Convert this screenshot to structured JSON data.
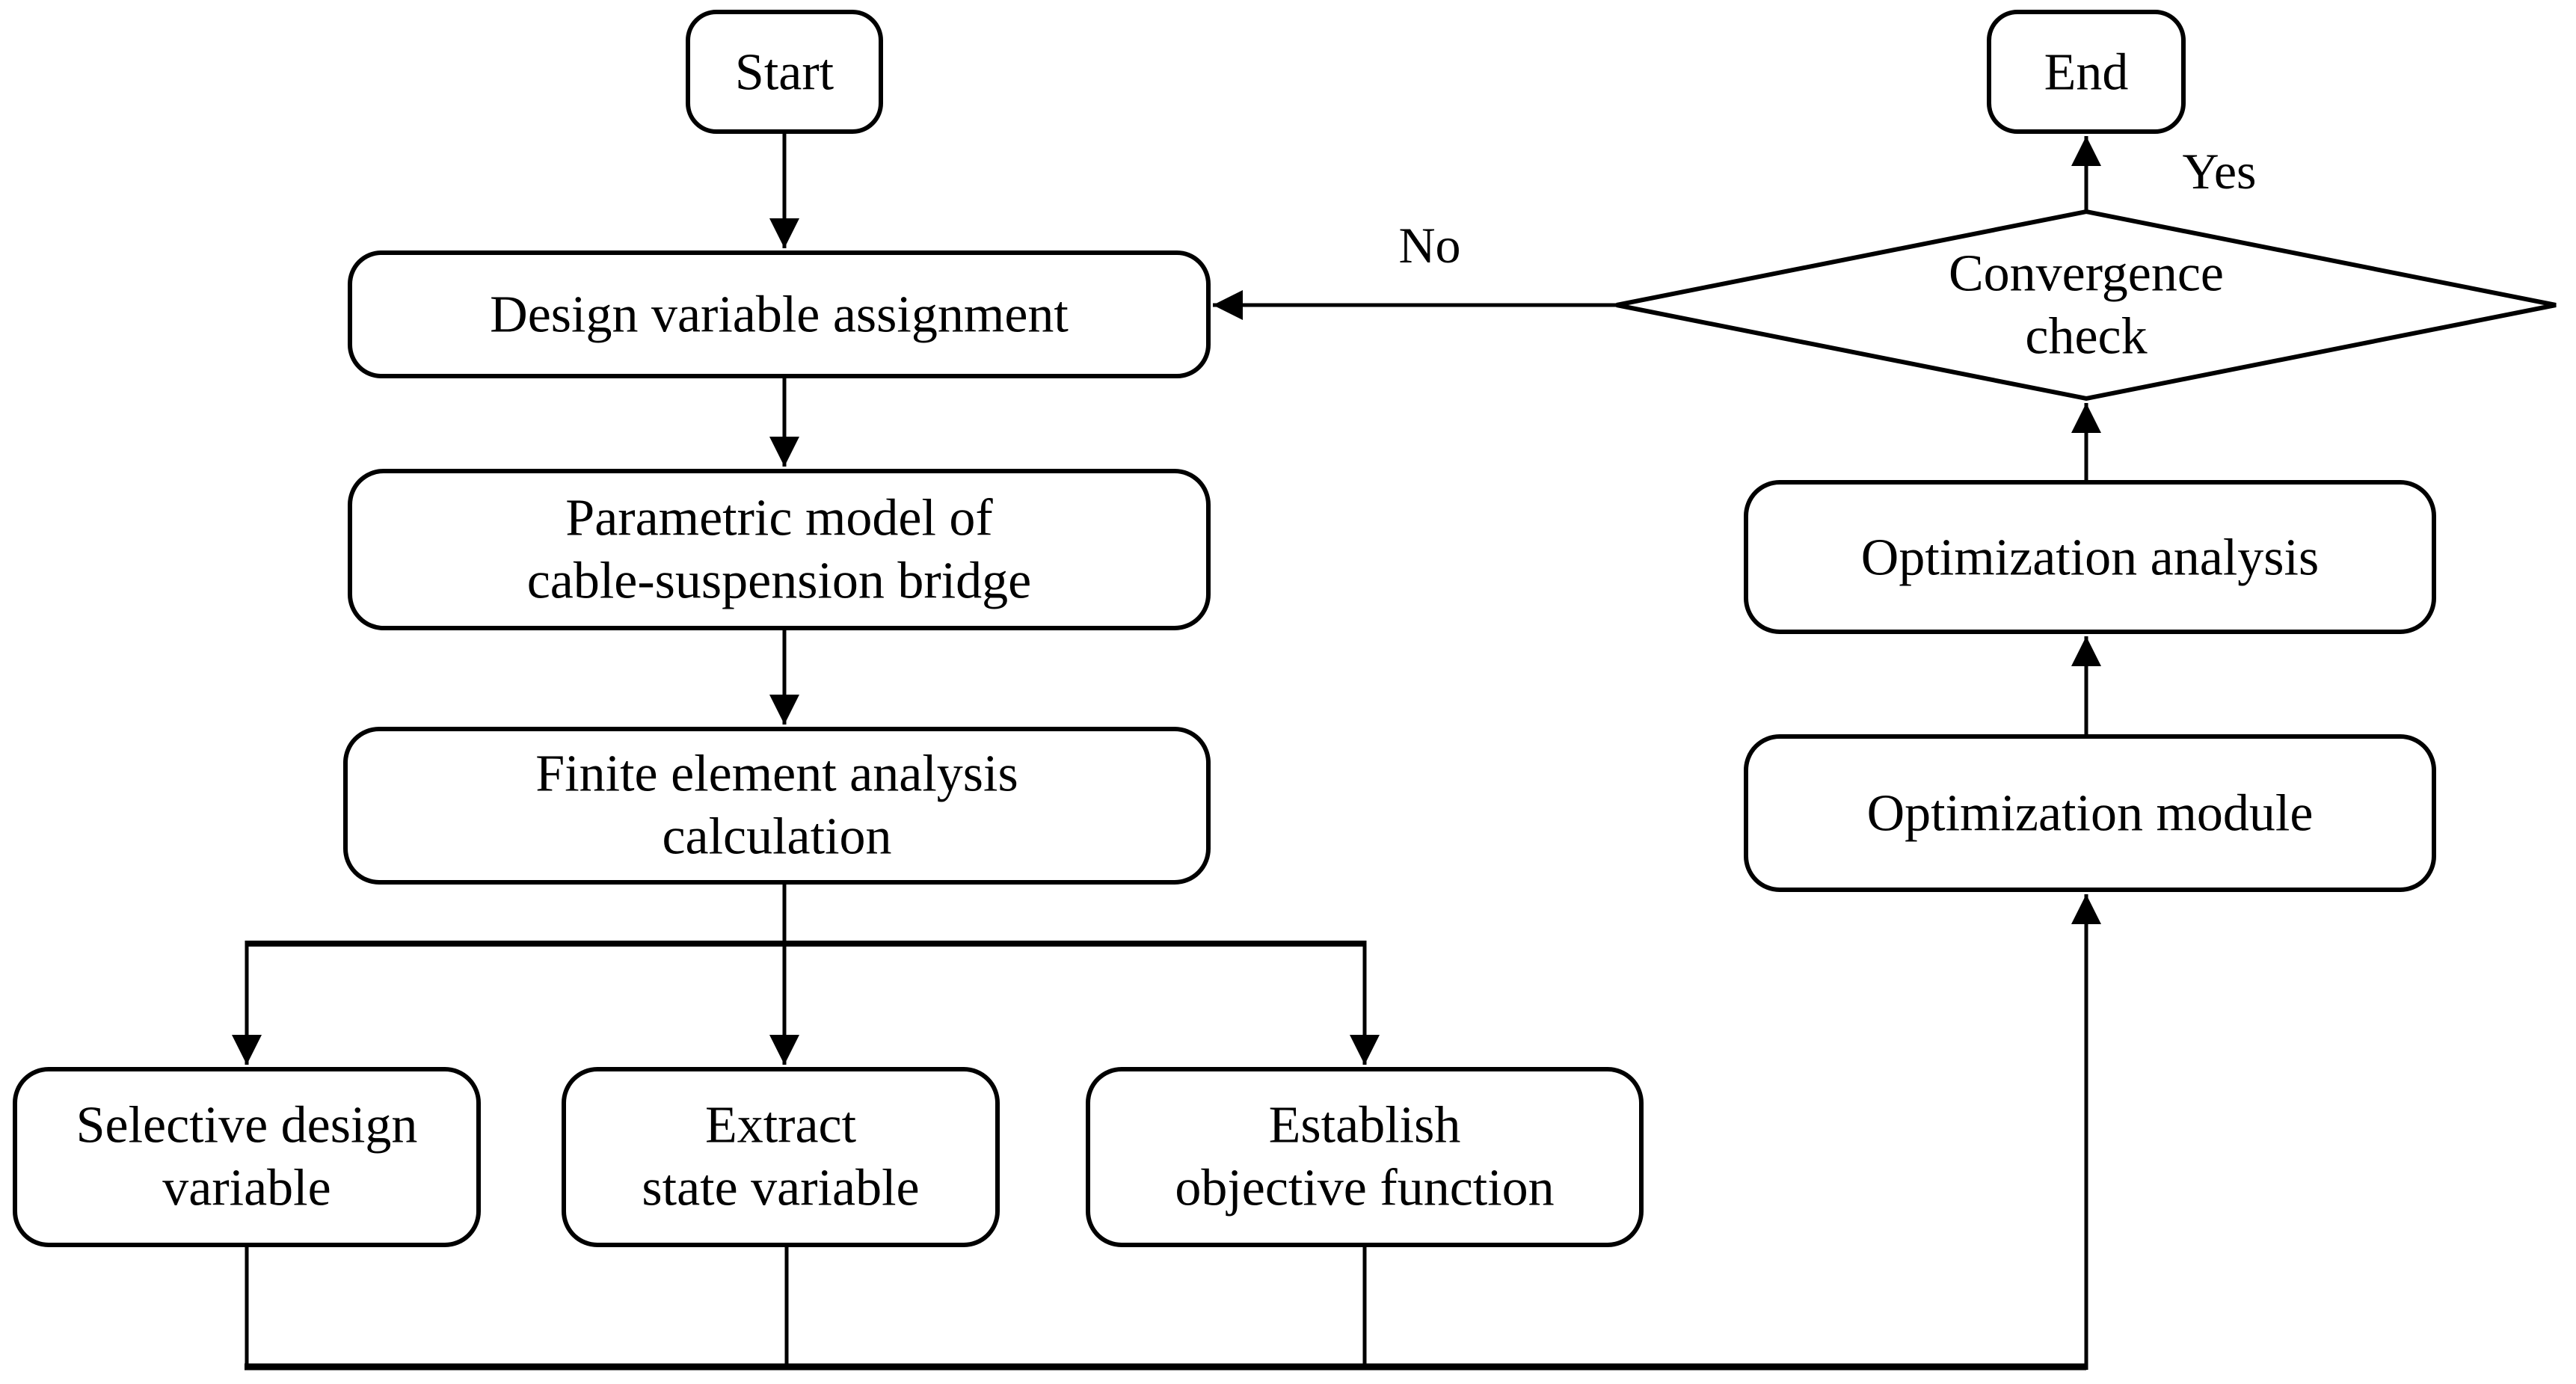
{
  "diagram": {
    "kind": "flowchart",
    "background": "#ffffff",
    "line_color": "#000000",
    "text_color": "#000000"
  },
  "nodes": {
    "start": {
      "type": "terminator",
      "label": "Start"
    },
    "design_variable_assignment": {
      "type": "process",
      "label": "Design variable assignment"
    },
    "parametric_model": {
      "type": "process",
      "line1": "Parametric model of",
      "line2": "cable-suspension bridge"
    },
    "finite_element_analysis": {
      "type": "process",
      "line1": "Finite element analysis",
      "line2": "calculation"
    },
    "selective_design_variable": {
      "type": "process",
      "line1": "Selective design",
      "line2": "variable"
    },
    "extract_state_variable": {
      "type": "process",
      "line1": "Extract",
      "line2": "state variable"
    },
    "establish_objective_function": {
      "type": "process",
      "line1": "Establish",
      "line2": "objective function"
    },
    "optimization_module": {
      "type": "process",
      "label": "Optimization module"
    },
    "optimization_analysis": {
      "type": "process",
      "label": "Optimization analysis"
    },
    "convergence_check": {
      "type": "decision",
      "line1": "Convergence",
      "line2": "check"
    },
    "end": {
      "type": "terminator",
      "label": "End"
    }
  },
  "edges": {
    "yes_label": "Yes",
    "no_label": "No",
    "flow": [
      "start -> design_variable_assignment",
      "design_variable_assignment -> parametric_model",
      "parametric_model -> finite_element_analysis",
      "finite_element_analysis -> selective_design_variable",
      "finite_element_analysis -> extract_state_variable",
      "finite_element_analysis -> establish_objective_function",
      "selective_design_variable -> optimization_module",
      "extract_state_variable -> optimization_module",
      "establish_objective_function -> optimization_module",
      "optimization_module -> optimization_analysis",
      "optimization_analysis -> convergence_check",
      "convergence_check -yes-> end",
      "convergence_check -no-> design_variable_assignment"
    ]
  }
}
